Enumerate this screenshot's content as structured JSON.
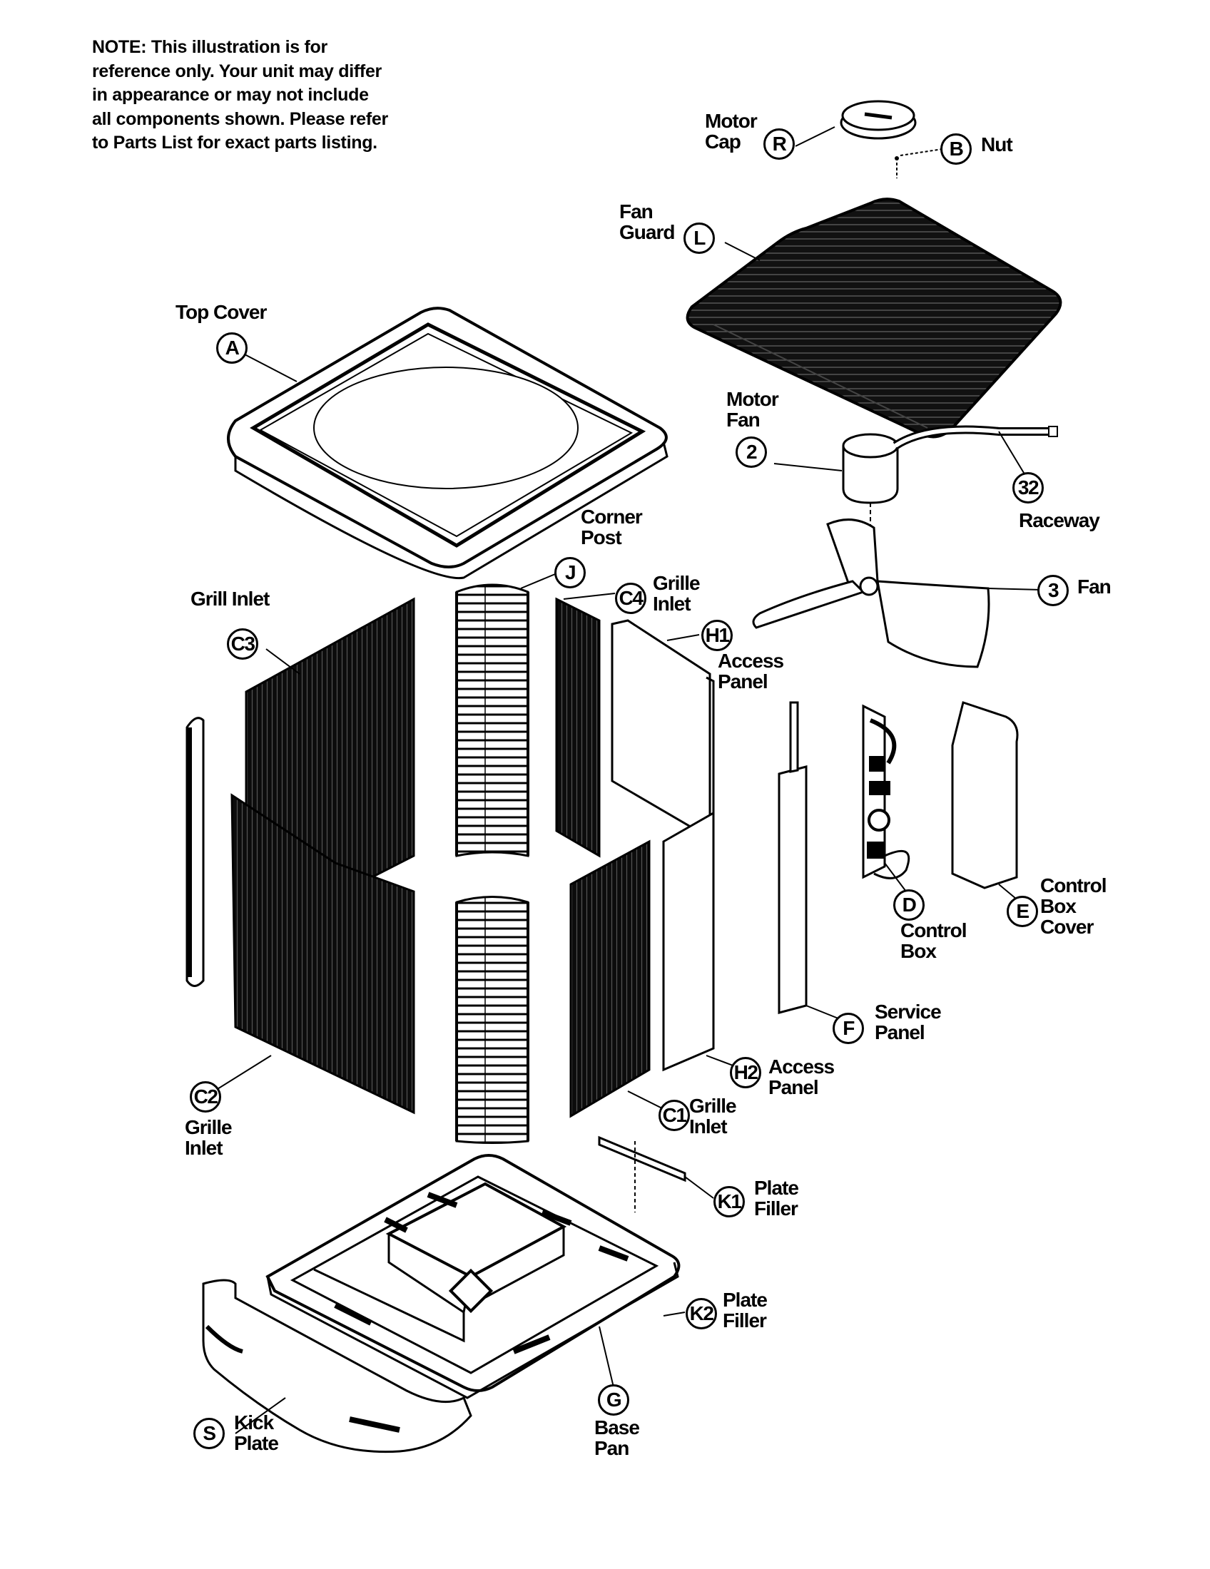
{
  "note": "NOTE: This illustration is for reference only.  Your unit may differ in appearance or may not include all components shown. Please refer to Parts List for exact parts listing.",
  "callouts": {
    "R": "R",
    "B": "B",
    "L": "L",
    "A": "A",
    "2": "2",
    "32": "32",
    "3": "3",
    "J": "J",
    "C4": "C4",
    "C3": "C3",
    "H1": "H1",
    "D": "D",
    "E": "E",
    "F": "F",
    "H2": "H2",
    "C1": "C1",
    "C2": "C2",
    "K1": "K1",
    "K2": "K2",
    "G": "G",
    "S": "S"
  },
  "labels": {
    "motor_cap": "Motor Cap",
    "nut": "Nut",
    "fan_guard": "Fan Guard",
    "top_cover": "Top Cover",
    "motor_fan": "Motor Fan",
    "raceway": "Raceway",
    "fan": "Fan",
    "corner_post": "Corner Post",
    "grille_inlet_c4": "Grille Inlet",
    "grill_inlet_c3": "Grill Inlet",
    "access_panel_h1": "Access Panel",
    "control_box": "Control Box",
    "control_box_cover": "Control Box Cover",
    "service_panel": "Service Panel",
    "access_panel_h2": "Access Panel",
    "grille_inlet_c1": "Grille Inlet",
    "grille_inlet_c2": "Grille Inlet",
    "plate_filler_k1": "Plate Filler",
    "plate_filler_k2": "Plate Filler",
    "base_pan": "Base Pan",
    "kick_plate": "Kick Plate"
  }
}
